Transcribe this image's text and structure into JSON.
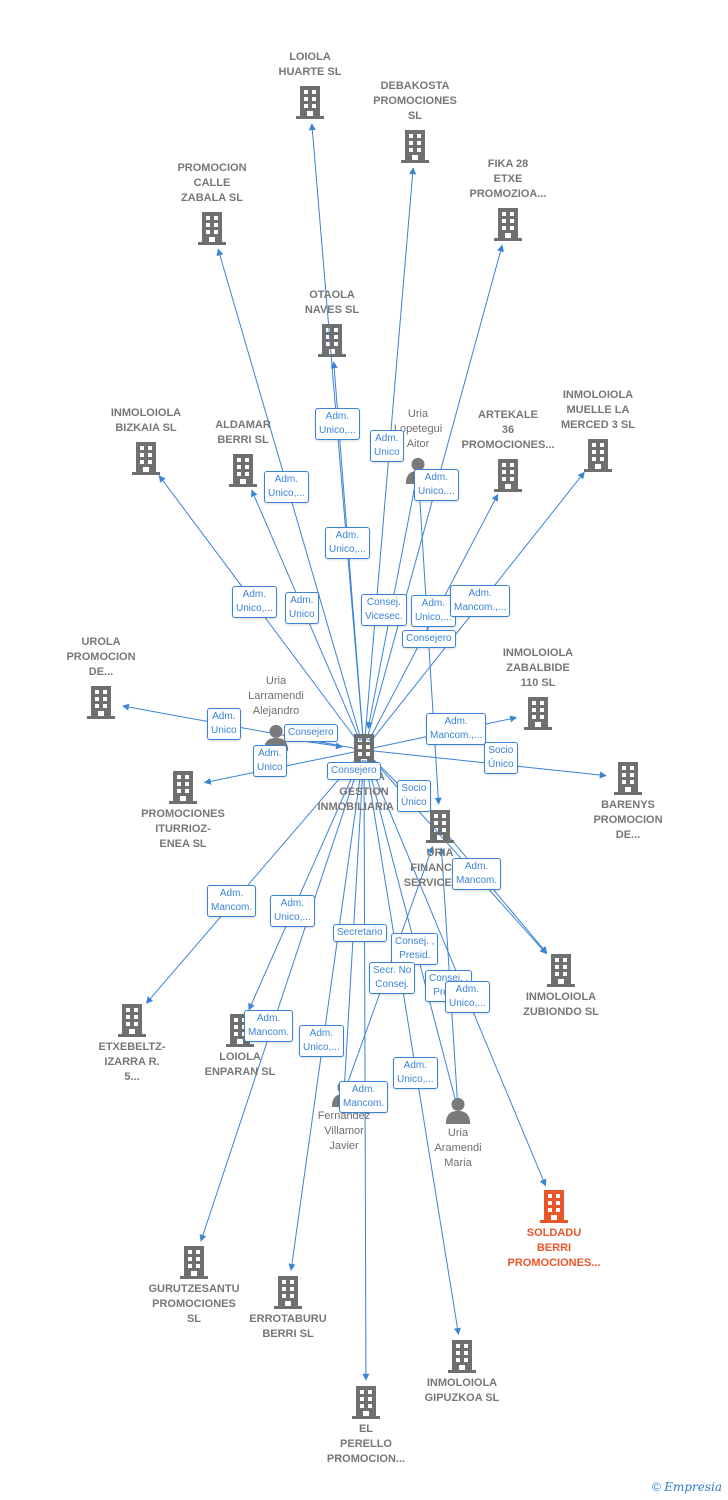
{
  "colors": {
    "edge": "#3a84d6",
    "company_icon": "#6f6f6f",
    "focus_company_icon": "#e8562a",
    "person_icon": "#7a7a7a"
  },
  "nodes": [
    {
      "id": "loiola_huarte",
      "type": "company",
      "label": "LOIOLA\nHUARTE  SL"
    },
    {
      "id": "debakosta",
      "type": "company",
      "label": "DEBAKOSTA\nPROMOCIONES\nSL"
    },
    {
      "id": "fika28",
      "type": "company",
      "label": "FIKA 28\nETXE\nPROMOZIOA..."
    },
    {
      "id": "promocion_calle_zabala",
      "type": "company",
      "label": "PROMOCION\nCALLE\nZABALA  SL"
    },
    {
      "id": "otaola_naves",
      "type": "company",
      "label": "OTAOLA\nNAVES  SL"
    },
    {
      "id": "inmoloiola_bizkaia",
      "type": "company",
      "label": "INMOLOIOLA\nBIZKAIA  SL"
    },
    {
      "id": "aldamar_berri",
      "type": "company",
      "label": "ALDAMAR\nBERRI  SL"
    },
    {
      "id": "uria_lopetegui",
      "type": "person",
      "label": "Uria\nLopetegui\nAitor"
    },
    {
      "id": "artekale36",
      "type": "company",
      "label": "ARTEKALE\n36\nPROMOCIONES..."
    },
    {
      "id": "inmoloiola_muelle",
      "type": "company",
      "label": "INMOLOIOLA\nMUELLE LA\nMERCED 3  SL"
    },
    {
      "id": "urola_promocion",
      "type": "company",
      "label": "UROLA\nPROMOCION\nDE..."
    },
    {
      "id": "uria_larramendi",
      "type": "person",
      "label": "Uria\nLarramendi\nAlejandro"
    },
    {
      "id": "inmoloiola_zabalbide",
      "type": "company",
      "label": "INMOLOIOLA\nZABALBIDE\n110  SL"
    },
    {
      "id": "loiola_gestion",
      "type": "company",
      "label": "LOIOLA\nGESTION\nINMOBILIARIA SL"
    },
    {
      "id": "barenys",
      "type": "company",
      "label": "BARENYS\nPROMOCION\nDE..."
    },
    {
      "id": "promociones_iturrioz",
      "type": "company",
      "label": "PROMOCIONES\nITURRIOZ-\nENEA  SL"
    },
    {
      "id": "uria_financial",
      "type": "company",
      "label": "URIA\nFINANCIAL\nSERVICES SL"
    },
    {
      "id": "inmoloiola_zubiondo",
      "type": "company",
      "label": "INMOLOIOLA\nZUBIONDO  SL"
    },
    {
      "id": "etxebeltz",
      "type": "company",
      "label": "ETXEBELTZ-\nIZARRA R.\n5..."
    },
    {
      "id": "loiola_enparan",
      "type": "company",
      "label": "LOIOLA\nENPARAN  SL"
    },
    {
      "id": "fernandez_villamor",
      "type": "person",
      "label": "Fernandez\nVillamor\nJavier"
    },
    {
      "id": "uria_aramendi",
      "type": "person",
      "label": "Uria\nAramendi\nMaria"
    },
    {
      "id": "soldadu_berri",
      "type": "company",
      "label": "SOLDADU\nBERRI\nPROMOCIONES...",
      "focus": true
    },
    {
      "id": "gurutzesantu",
      "type": "company",
      "label": "GURUTZESANTU\nPROMOCIONES\nSL"
    },
    {
      "id": "errotaburu",
      "type": "company",
      "label": "ERROTABURU\nBERRI  SL"
    },
    {
      "id": "inmoloiola_gipuzkoa",
      "type": "company",
      "label": "INMOLOIOLA\nGIPUZKOA  SL"
    },
    {
      "id": "el_perello",
      "type": "company",
      "label": "EL\nPERELLO\nPROMOCION..."
    }
  ],
  "edge_labels": [
    "Adm.\nUnico,...",
    "Adm.\nUnico",
    "Adm.\nUnico,...",
    "Adm.\nUnico,...",
    "Adm.\nUnico,...",
    "Adm.\nUnico,...",
    "Adm.\nUnico",
    "Consej.\nVicesec.",
    "Adm.\nUnico,...",
    "Adm.\nMancom.,...",
    "Consejero",
    "Adm.\nUnico",
    "Consejero",
    "Adm.\nUnico",
    "Consejero",
    "Adm.\nMancom.,...",
    "Socio\nÚnico",
    "Socio\nÚnico",
    "Adm.\nMancom.",
    "Adm.\nMancom.",
    "Adm.\nUnico,...",
    "Secretario",
    "Consej. ,\nPresid.",
    "Secr.  No\nConsej.",
    "Consej. ,\nPresid.",
    "Adm.\nUnico,...",
    "Adm.\nMancom.",
    "Adm.\nUnico,...",
    "Adm.\nUnico,...",
    "Adm.\nMancom."
  ],
  "footer": {
    "copyright": "©",
    "brand": "Empresia"
  }
}
